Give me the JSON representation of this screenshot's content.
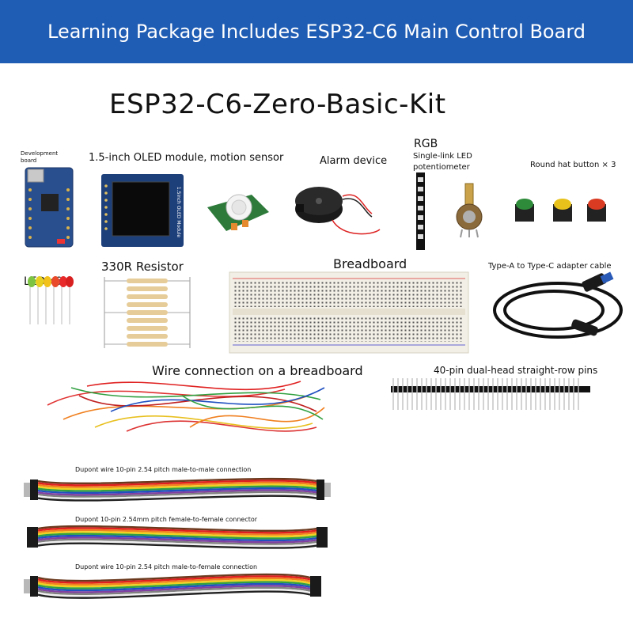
{
  "banner": {
    "text": "Learning Package Includes ESP32-C6 Main Control Board",
    "bg_color": "#1f5cb3",
    "text_color": "#ffffff"
  },
  "kit_title": "ESP32-C6-Zero-Basic-Kit",
  "labels": {
    "dev_board": "Development board",
    "oled": "1.5-inch OLED module, motion sensor",
    "oled_silk": "1.5inch OLED Module",
    "alarm": "Alarm device",
    "rgb": "RGB",
    "single_link": "Single-link LED",
    "potentiometer": "potentiometer",
    "round_button": "Round hat button × 3",
    "led": "LED×6",
    "resistor": "330R Resistor",
    "breadboard": "Breadboard",
    "cable": "Type-A to Type-C adapter cable",
    "wires": "Wire connection on a breadboard",
    "pins": "40-pin dual-head straight-row pins",
    "dupont_mm": "Dupont wire 10-pin 2.54 pitch male-to-male connection",
    "dupont_ff": "Dupont 10-pin 2.54mm pitch female-to-female connector",
    "dupont_mf": "Dupont wire 10-pin 2.54 pitch male-to-female connection"
  },
  "colors": {
    "board_blue": "#2a4f8f",
    "button_green": "#2e8b3a",
    "button_yellow": "#e8c21a",
    "button_red": "#d93a22"
  },
  "ribbon_colors": [
    "#6b3a1e",
    "#e02020",
    "#f08020",
    "#f0d020",
    "#30a040",
    "#2050c0",
    "#8040a0",
    "#808080",
    "#f0f0f0",
    "#202020"
  ]
}
